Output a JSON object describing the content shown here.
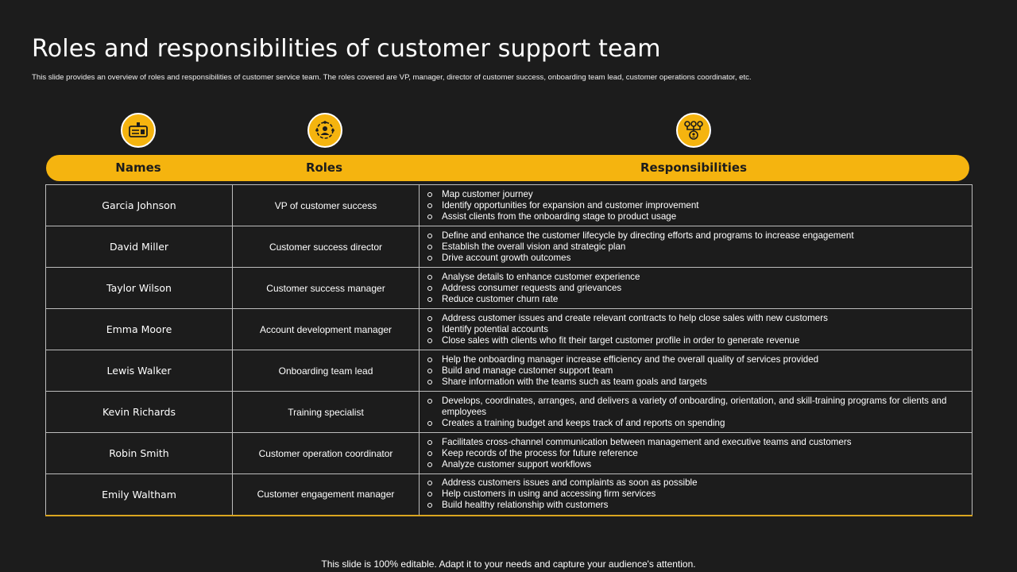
{
  "title": "Roles and responsibilities of customer support team",
  "subtitle": "This slide provides an overview of roles and responsibilities of customer service team. The roles covered are VP, manager,  director of customer success, onboarding team lead, customer operations coordinator, etc.",
  "colors": {
    "accent": "#f5b40f",
    "background": "#1c1c1c",
    "text": "#ffffff"
  },
  "icons": [
    "id-card-icon",
    "team-network-icon",
    "flowchart-person-icon"
  ],
  "headers": {
    "names": "Names",
    "roles": "Roles",
    "responsibilities": "Responsibilities"
  },
  "rows": [
    {
      "name": "Garcia Johnson",
      "role": "VP of customer success",
      "responsibilities": [
        "Map customer journey",
        "Identify opportunities for expansion and customer improvement",
        "Assist clients from the onboarding stage to product usage"
      ]
    },
    {
      "name": "David Miller",
      "role": "Customer success director",
      "responsibilities": [
        "Define and enhance the customer lifecycle by directing efforts and programs to increase engagement",
        "Establish the overall vision and strategic plan",
        "Drive account growth outcomes"
      ]
    },
    {
      "name": "Taylor Wilson",
      "role": "Customer success manager",
      "responsibilities": [
        "Analyse details to enhance customer experience",
        "Address consumer requests and grievances",
        "Reduce customer churn rate"
      ]
    },
    {
      "name": "Emma Moore",
      "role": "Account development manager",
      "responsibilities": [
        "Address customer issues and create relevant contracts to help close sales with new customers",
        "Identify potential accounts",
        "Close sales with clients who fit their target customer profile in order to generate revenue"
      ]
    },
    {
      "name": "Lewis Walker",
      "role": "Onboarding team lead",
      "responsibilities": [
        "Help the onboarding manager increase efficiency and the overall quality of services provided",
        "Build and manage customer support team",
        "Share information with the teams such as team goals and targets"
      ]
    },
    {
      "name": "Kevin Richards",
      "role": "Training specialist",
      "responsibilities": [
        "Develops, coordinates, arranges, and delivers a variety of onboarding, orientation, and skill-training programs for clients and employees",
        "Creates a training budget and keeps track of and reports on spending"
      ]
    },
    {
      "name": "Robin Smith",
      "role": "Customer operation coordinator",
      "responsibilities": [
        "Facilitates cross-channel communication between management and executive teams and customers",
        "Keep records of the process for future reference",
        "Analyze  customer support workflows"
      ]
    },
    {
      "name": "Emily Waltham",
      "role": "Customer engagement manager",
      "responsibilities": [
        "Address customers issues and complaints as soon as possible",
        "Help customers in using and accessing firm services",
        "Build healthy relationship with customers"
      ]
    }
  ],
  "footer": "This slide is 100% editable. Adapt it to your needs and capture your audience's attention."
}
